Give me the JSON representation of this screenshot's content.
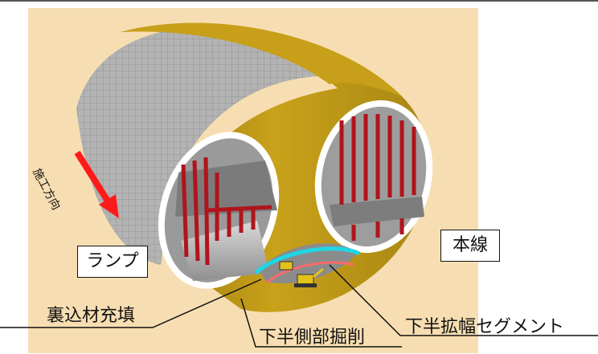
{
  "labels": {
    "direction": "施工方向",
    "ramp": "ランプ",
    "main_line": "本線",
    "backfill": "裏込材充填",
    "lower_side_excavation": "下半側部掘削",
    "lower_widening_segment": "下半拡幅セグメント"
  },
  "colors": {
    "background_panel": "#f7deb2",
    "tunnel_shell_outer": "#c9a21a",
    "tunnel_shell_shadow": "#9e7c10",
    "segment_grey": "#a7a7a7",
    "steel_red": "#b0141c",
    "arrow_red": "#ff1a1a",
    "deck_grey": "#6d6d6d"
  }
}
